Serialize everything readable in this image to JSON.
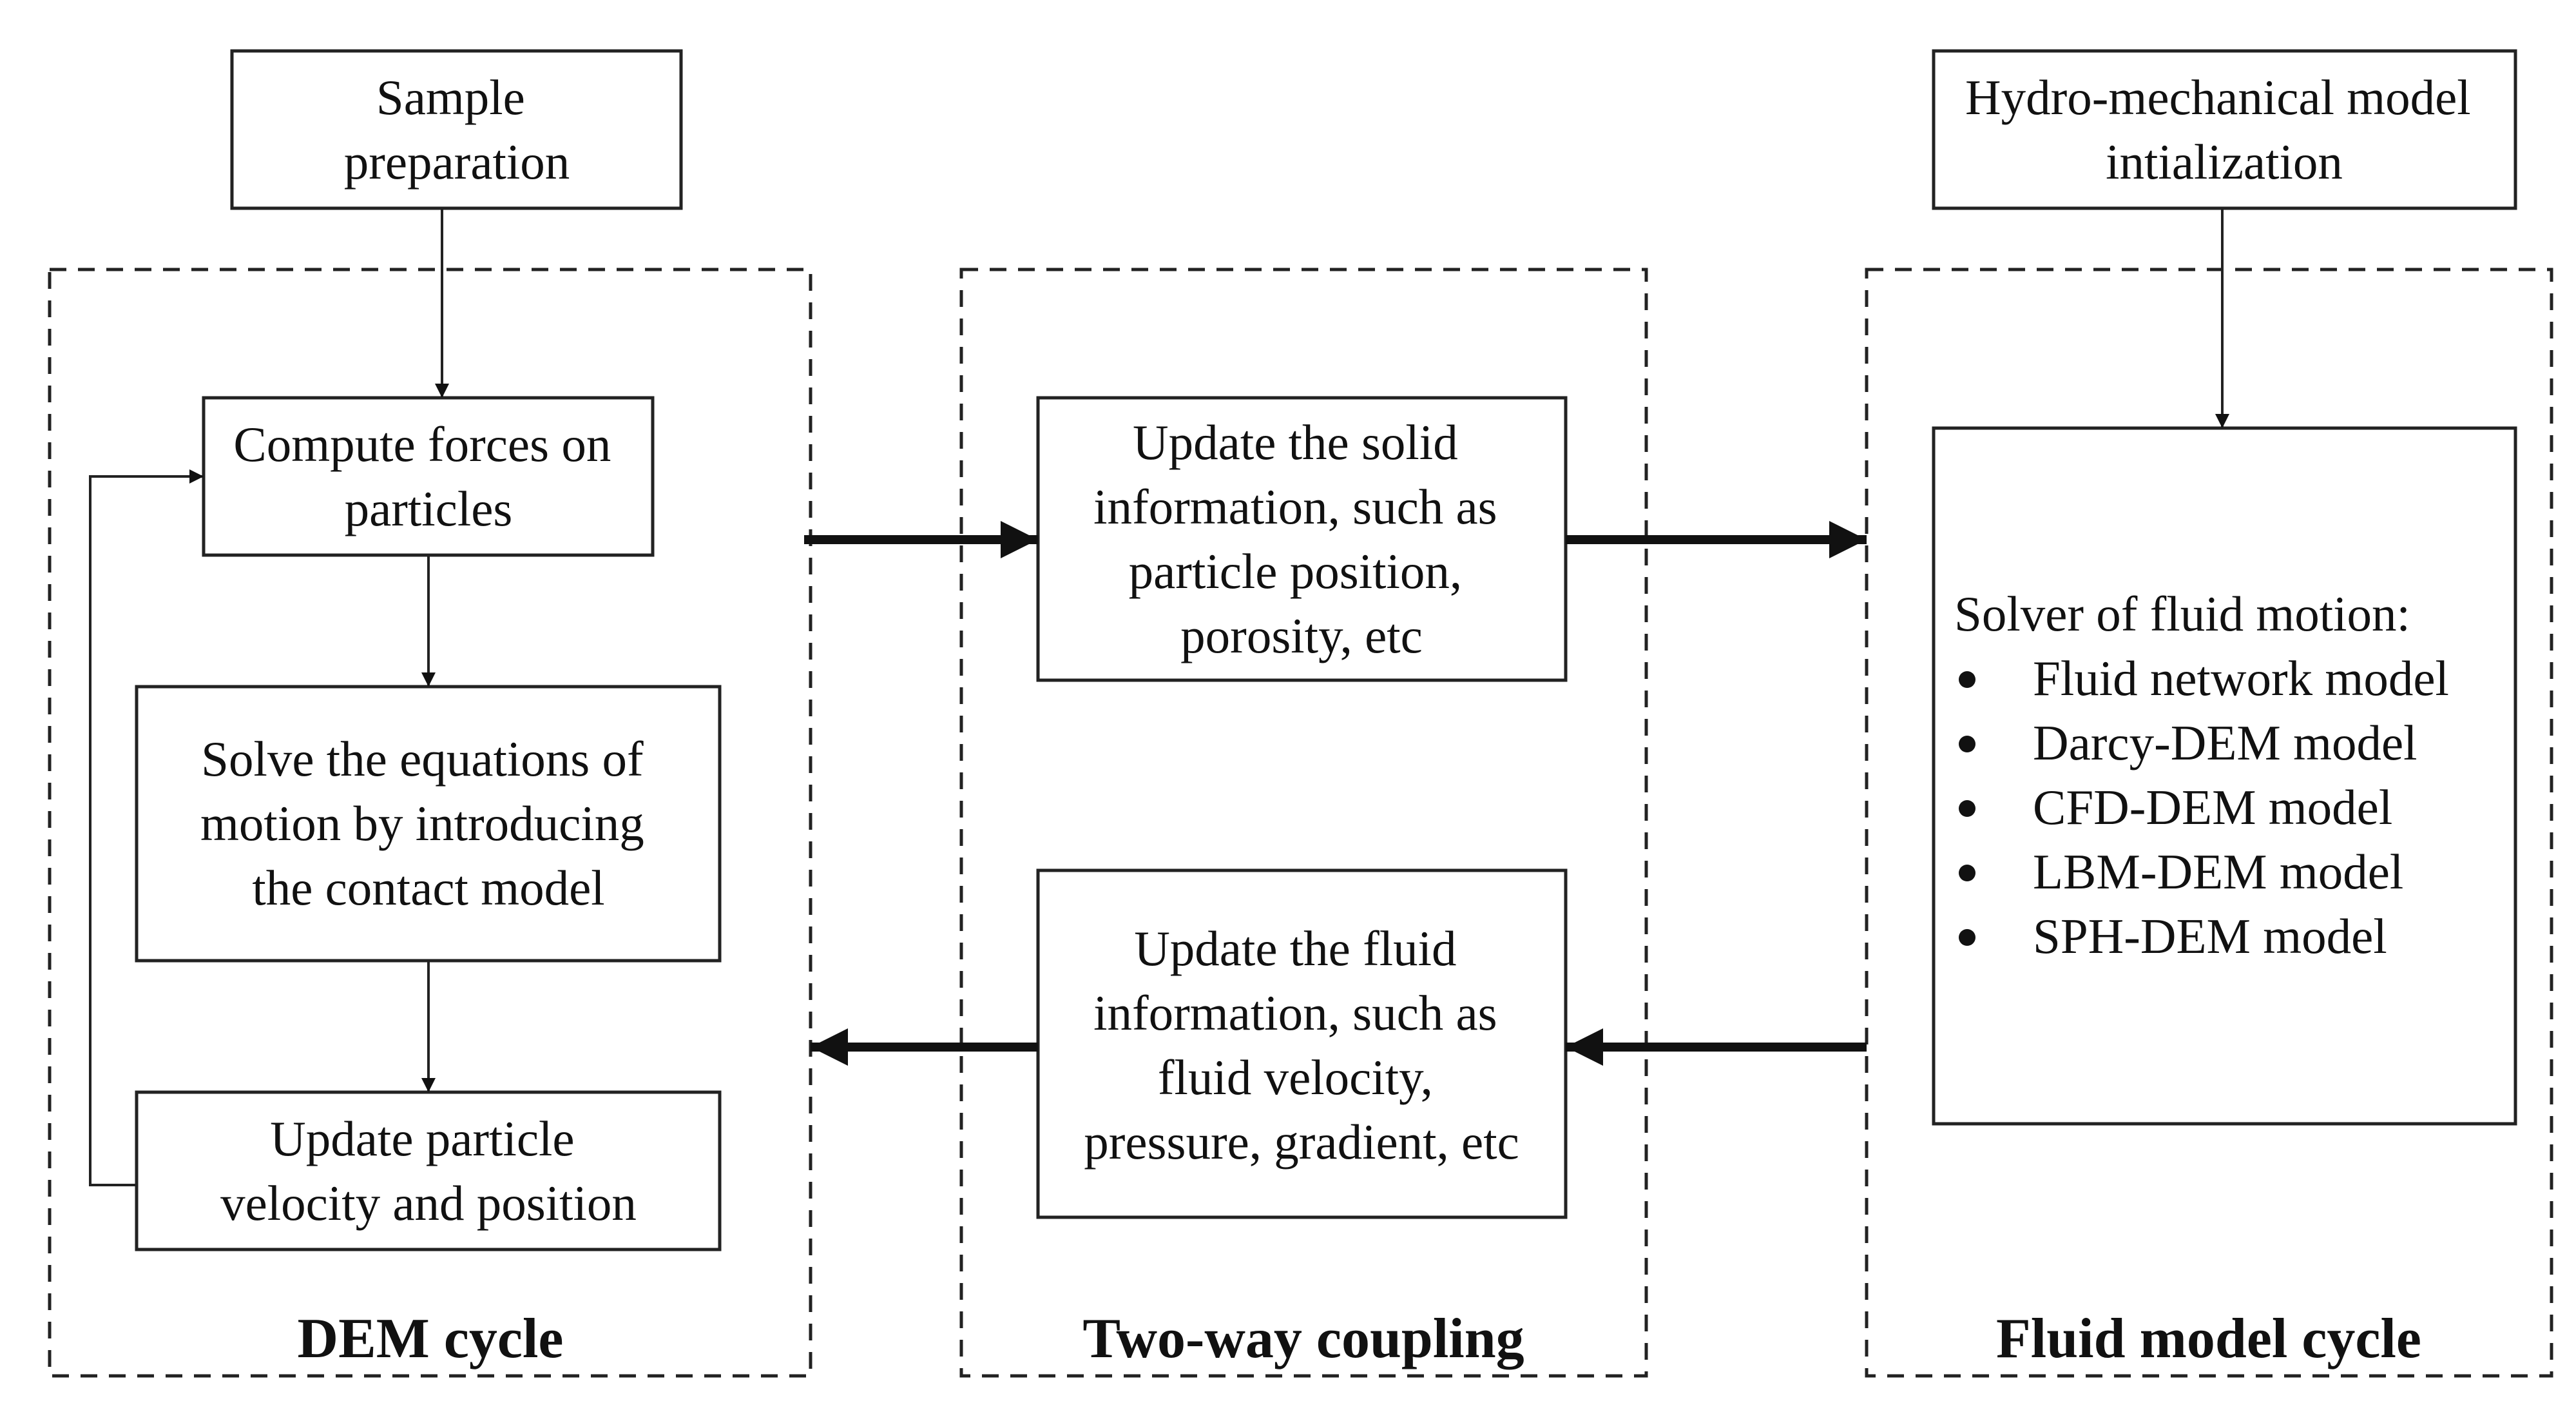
{
  "boxes": {
    "sample_preparation": [
      "Sample",
      "preparation"
    ],
    "hydro_init": [
      "Hydro-mechanical model",
      "intialization"
    ],
    "compute_forces": [
      "Compute forces on",
      "particles"
    ],
    "solve_equations": [
      "Solve the equations of",
      "motion by introducing",
      "the contact model"
    ],
    "update_particle": [
      "Update particle",
      "velocity and position"
    ],
    "update_solid": [
      "Update the solid",
      "information, such as",
      "particle position,",
      "porosity, etc"
    ],
    "update_fluid": [
      "Update the fluid",
      "information, such as",
      "fluid velocity,",
      "pressure, gradient, etc"
    ],
    "solver_heading": "Solver of fluid motion:",
    "solver_items": [
      "Fluid network model",
      "Darcy-DEM model",
      "CFD-DEM model",
      "LBM-DEM model",
      "SPH-DEM model"
    ]
  },
  "sections": {
    "dem_cycle": "DEM cycle",
    "two_way_coupling": "Two-way coupling",
    "fluid_model_cycle": "Fluid model cycle"
  }
}
